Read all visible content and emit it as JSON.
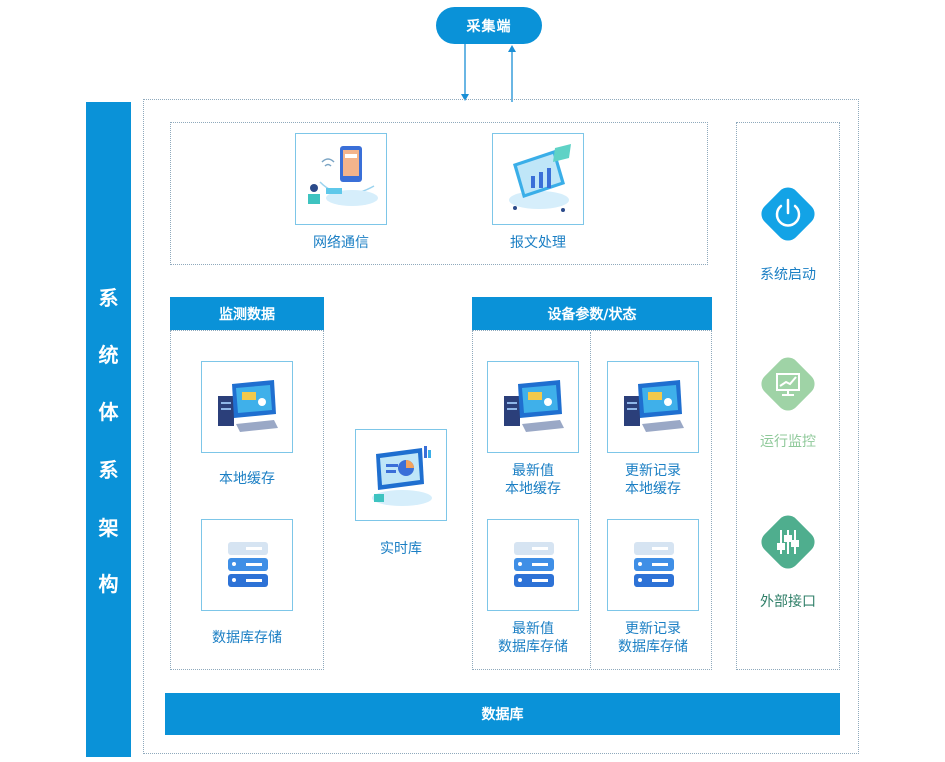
{
  "top": {
    "source_label": "采集端"
  },
  "sidebar": {
    "title_chars": [
      "系",
      "统",
      "体",
      "系",
      "架",
      "构"
    ]
  },
  "top_panel": {
    "items": [
      {
        "label": "网络通信",
        "icon": "network-communication-icon"
      },
      {
        "label": "报文处理",
        "icon": "message-processing-icon"
      }
    ]
  },
  "monitor": {
    "header": "监测数据",
    "local_cache": "本地缓存",
    "db_storage": "数据库存储"
  },
  "realtime": {
    "label": "实时库"
  },
  "equipment": {
    "header": "设备参数/状态",
    "latest_local_1": "最新值",
    "latest_local_2": "本地缓存",
    "history_local_1": "更新记录",
    "history_local_2": "本地缓存",
    "latest_db_1": "最新值",
    "latest_db_2": "数据库存储",
    "history_db_1": "更新记录",
    "history_db_2": "数据库存储"
  },
  "side_functions": [
    {
      "label": "系统启动",
      "icon": "power-icon",
      "color": "#13a3e6"
    },
    {
      "label": "运行监控",
      "icon": "monitor-chart-icon",
      "color": "#9fd3a6"
    },
    {
      "label": "外部接口",
      "icon": "sliders-icon",
      "color": "#4fae8e"
    }
  ],
  "bottom": {
    "database_label": "数据库"
  },
  "colors": {
    "primary": "#0a92d8",
    "box_border": "#7dc6e8",
    "text": "#1b7fc4"
  }
}
